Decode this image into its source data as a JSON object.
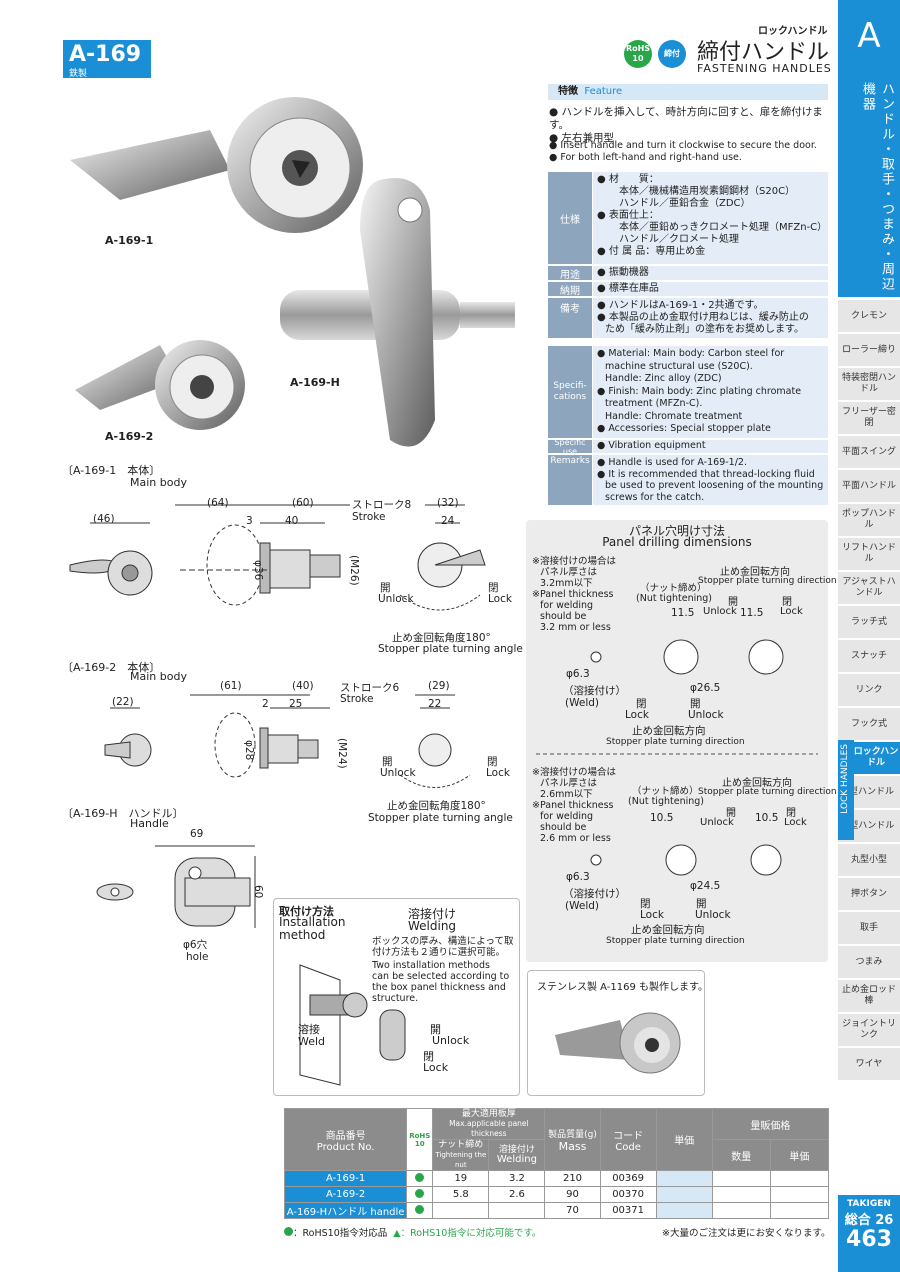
{
  "header": {
    "product_code": "A-169",
    "material": "鉄製",
    "rohs_badge": "RoHS 10",
    "fastening_badge": "締付",
    "category_jp": "ロックハンドル",
    "title_jp": "締付ハンドル",
    "title_en": "FASTENING HANDLES"
  },
  "sidebar": {
    "letter": "A",
    "section_title": "ハンドル・取手・つまみ・周辺機器",
    "items": [
      {
        "label": "クレモン",
        "active": false
      },
      {
        "label": "ローラー締り",
        "active": false
      },
      {
        "label": "特装密閉ハンドル",
        "active": false
      },
      {
        "label": "フリーザー密閉",
        "active": false
      },
      {
        "label": "平面スイング",
        "active": false
      },
      {
        "label": "平面ハンドル",
        "active": false
      },
      {
        "label": "ポップハンドル",
        "active": false
      },
      {
        "label": "リフトハンドル",
        "active": false
      },
      {
        "label": "アジャストハンドル",
        "active": false
      },
      {
        "label": "ラッチ式",
        "active": false
      },
      {
        "label": "スナッチ",
        "active": false
      },
      {
        "label": "リンク",
        "active": false
      },
      {
        "label": "フック式",
        "active": false
      },
      {
        "label": "ロックハンドル",
        "active": true
      },
      {
        "label": "L型ハンドル",
        "active": false
      },
      {
        "label": "T型ハンドル",
        "active": false
      },
      {
        "label": "丸型小型",
        "active": false
      },
      {
        "label": "押ボタン",
        "active": false
      },
      {
        "label": "取手",
        "active": false
      },
      {
        "label": "つまみ",
        "active": false
      },
      {
        "label": "止め金ロッド棒",
        "active": false
      },
      {
        "label": "ジョイントリンク",
        "active": false
      },
      {
        "label": "ワイヤ",
        "active": false
      }
    ],
    "lock_handles_en": "LOCK HANDLES",
    "brand": "TAKIGEN",
    "catalog": "総合 26",
    "page": "463"
  },
  "photos": {
    "a169_1": "A-169-1",
    "a169_2": "A-169-2",
    "a169_h": "A-169-H"
  },
  "feature": {
    "head_jp": "特徴",
    "head_en": "Feature",
    "jp": [
      "ハンドルを挿入して、時計方向に回すと、扉を締付けます。",
      "左右兼用型"
    ],
    "en": [
      "Insert handle and turn it clockwise to secure the door.",
      "For both left-hand and right-hand use."
    ]
  },
  "spec_jp": {
    "label_spec": "仕様",
    "spec": [
      "材　　質：",
      "本体／機械構造用炭素鋼鋼材（S20C）",
      "ハンドル／亜鉛合金（ZDC）",
      "表面仕上：",
      "本体／亜鉛めっきクロメート処理（MFZn-C）",
      "ハンドル／クロメート処理",
      "付 属 品：専用止め金"
    ],
    "label_use": "用途",
    "use": "振動機器",
    "label_delivery": "納期",
    "delivery": "標準在庫品",
    "label_remarks": "備考",
    "remarks": [
      "ハンドルはA-169-1・2共通です。",
      "本製品の止め金取付け用ねじは、緩み防止の",
      "ため「緩み防止剤」の塗布をお奨めします。"
    ]
  },
  "spec_en": {
    "label_spec": "Specifi-cations",
    "spec": [
      "Material: Main body: Carbon steel for",
      "machine structural use (S20C).",
      "Handle: Zinc alloy (ZDC)",
      "Finish: Main body: Zinc plating chromate",
      "treatment (MFZn-C).",
      "Handle: Chromate treatment",
      "Accessories: Special stopper plate"
    ],
    "label_use": "Specific use",
    "use": "Vibration equipment",
    "label_remarks": "Remarks",
    "remarks": [
      "Handle is used for A-169-1/2.",
      "It is recommended that thread-locking fluid",
      "be used to prevent loosening of the mounting",
      "screws for the catch."
    ]
  },
  "drawings": {
    "d1_title_jp": "〔A-169-1　本体〕",
    "d1_title_en": "Main body",
    "d1_dims": {
      "d46": "(46)",
      "d64": "(64)",
      "d60": "(60)",
      "d3": "3",
      "d40": "40",
      "stroke": "ストローク8",
      "stroke_en": "Stroke",
      "d32": "(32)",
      "d24": "24",
      "phi36": "φ36",
      "m26": "(M26)"
    },
    "d2_title_jp": "〔A-169-2　本体〕",
    "d2_title_en": "Main body",
    "d2_dims": {
      "d22a": "(22)",
      "d61": "(61)",
      "d40": "(40)",
      "d2": "2",
      "d25": "25",
      "stroke": "ストローク6",
      "stroke_en": "Stroke",
      "d29": "(29)",
      "d22b": "22",
      "phi28": "φ28",
      "m24": "(M24)"
    },
    "open_jp": "開",
    "open_en": "Unlock",
    "close_jp": "閉",
    "close_en": "Lock",
    "angle_jp": "止め金回転角度180°",
    "angle_en": "Stopper plate turning angle",
    "dh_title_jp": "〔A-169-H　ハンドル〕",
    "dh_title_en": "Handle",
    "dh_dims": {
      "d69": "69",
      "d60": "60",
      "hole_jp": "φ6穴",
      "hole_en": "hole"
    }
  },
  "panel": {
    "title_jp": "パネル穴明け寸法",
    "title_en": "Panel drilling dimensions",
    "s1": {
      "note_jp": [
        "※溶接付けの場合は",
        "パネル厚さは",
        "3.2mm以下"
      ],
      "note_en": [
        "※Panel thickness",
        "for welding",
        "should be",
        "3.2 mm or less"
      ],
      "nut_jp": "（ナット締め）",
      "nut_en": "(Nut tightening)",
      "dir_jp": "止め金回転方向",
      "dir_en": "Stopper plate turning direction",
      "w1": "11.5",
      "w2": "11.5",
      "phi_small": "φ6.3",
      "weld_jp": "（溶接付け）",
      "weld_en": "(Weld)",
      "phi_big": "φ26.5"
    },
    "s2": {
      "note_jp": [
        "※溶接付けの場合は",
        "パネル厚さは",
        "2.6mm以下"
      ],
      "note_en": [
        "※Panel thickness",
        "for welding",
        "should be",
        "2.6 mm or less"
      ],
      "nut_jp": "（ナット締め）",
      "nut_en": "(Nut tightening)",
      "dir_jp": "止め金回転方向",
      "dir_en": "Stopper plate turning direction",
      "w1": "10.5",
      "w2": "10.5",
      "phi_small": "φ6.3",
      "weld_jp": "（溶接付け）",
      "weld_en": "(Weld)",
      "phi_big": "φ24.5"
    }
  },
  "install": {
    "title_jp": "取付け方法",
    "title_en": "Installation method",
    "weld_jp": "溶接付け",
    "weld_en": "Welding",
    "desc_jp": [
      "ボックスの厚み、構造によって取",
      "付け方法も２通りに選択可能。"
    ],
    "desc_en": [
      "Two installation methods",
      "can be selected according to",
      "the box panel thickness and",
      "structure."
    ],
    "weld2_jp": "溶接",
    "weld2_en": "Weld",
    "open_jp": "開",
    "open_en": "Unlock",
    "close_jp": "閉",
    "close_en": "Lock"
  },
  "stainless_note": "ステンレス製 A-1169 も製作します。",
  "table": {
    "h_product_jp": "商品番号",
    "h_product_en": "Product No.",
    "h_rohs": "RoHS 10",
    "h_max_jp": "最大適用板厚",
    "h_max_en": "Max.applicable panel thickness",
    "h_nut_jp": "ナット締め",
    "h_nut_en": "Tightening the nut",
    "h_weld_jp": "溶接付け",
    "h_weld_en": "Welding",
    "h_mass_jp": "製品質量(g)",
    "h_mass_en": "Mass",
    "h_code_jp": "コード",
    "h_code_en": "Code",
    "h_unit": "単価",
    "h_vol": "量販価格",
    "h_qty": "数量",
    "h_vol_unit": "単価",
    "rows": [
      {
        "product": "A-169-1",
        "nut": "19",
        "weld": "3.2",
        "mass": "210",
        "code": "00369"
      },
      {
        "product": "A-169-2",
        "nut": "5.8",
        "weld": "2.6",
        "mass": "90",
        "code": "00370"
      },
      {
        "product": "A-169-Hハンドル handle",
        "nut": "",
        "weld": "",
        "mass": "70",
        "code": "00371"
      }
    ],
    "legend_dot": "：RoHS10指令対応品",
    "legend_tri": "▲：RoHS10指令に対応可能です。",
    "note_right": "※大量のご注文は更にお安くなります。"
  },
  "colors": {
    "accent": "#1a8fd6",
    "rohs_green": "#2aa64a"
  }
}
